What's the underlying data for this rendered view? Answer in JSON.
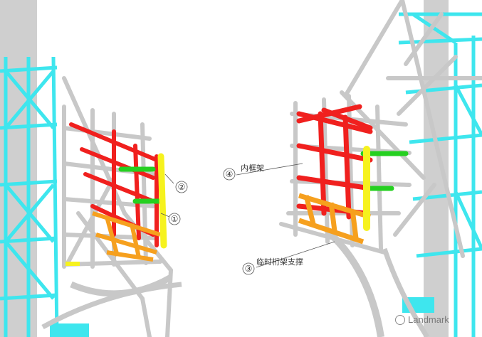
{
  "labels": {
    "l1": {
      "num": "①"
    },
    "l2": {
      "num": "②"
    },
    "l3": {
      "num": "③",
      "text": "临时桁架支撑"
    },
    "l4": {
      "num": "④",
      "text": "内框架"
    }
  },
  "watermark": {
    "text": "Landmark"
  },
  "colors": {
    "steel": "#d2d2d2",
    "steel_dark": "#a9a9a9",
    "cyan": "#3ee6ee",
    "red": "#f0201e",
    "green": "#25d020",
    "yellow": "#f6f21e",
    "orange": "#f6a01e",
    "column": "#cfcfcf"
  }
}
